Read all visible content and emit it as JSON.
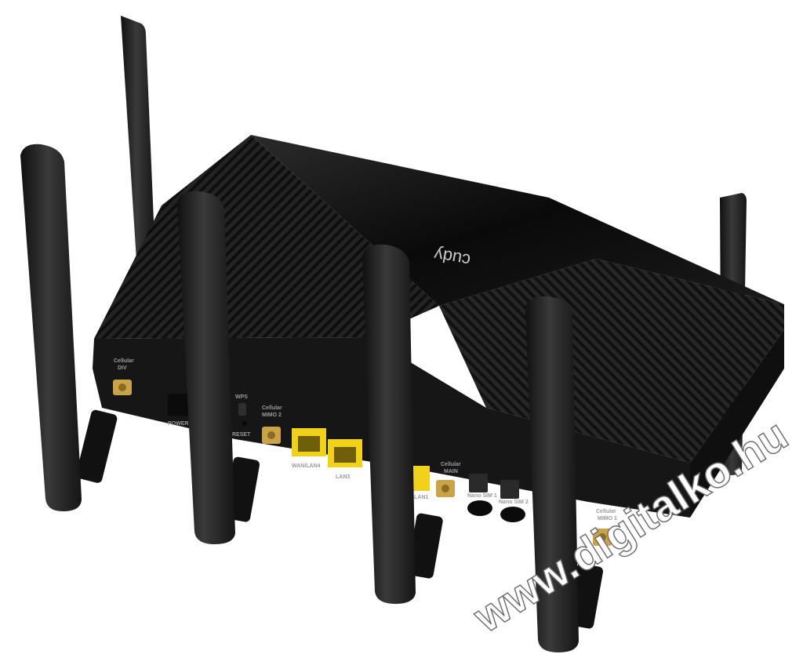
{
  "brand": {
    "logo_text": "cudy"
  },
  "labels": {
    "cellular_div": "Cellular\nDIV",
    "cellular_mimo2": "Cellular\nMIMO 2",
    "cellular_main": "Cellular\nMAIN",
    "cellular_mimo1": "Cellular\nMIMO 1",
    "power": "POWER",
    "wps": "WPS",
    "reset": "RESET",
    "wan_lan4": "WAN/LAN4",
    "lan3": "LAN3",
    "lan1": "LAN1",
    "nano_sim1": "Nano SIM 1",
    "nano_sim2": "Nano SIM 2"
  },
  "watermark": "www.digitalko.hu",
  "colors": {
    "body": "#1b1b1b",
    "top_glass": "#0c0c0c",
    "port_yellow": "#f2d11b",
    "connector_gold": "#c9a24a",
    "background": "#ffffff"
  }
}
